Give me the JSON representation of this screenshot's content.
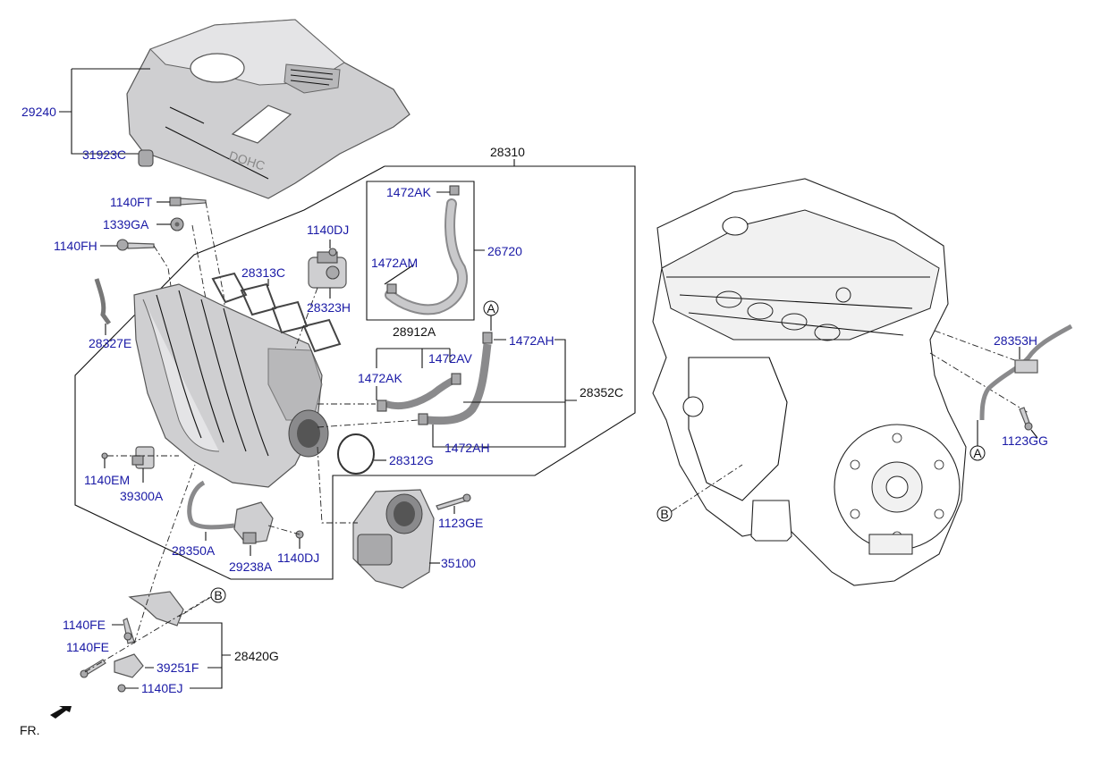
{
  "parts": {
    "p29240": "29240",
    "p31923C": "31923C",
    "p28310": "28310",
    "p1140FT": "1140FT",
    "p1339GA": "1339GA",
    "p1140FH": "1140FH",
    "p1140DJ_top": "1140DJ",
    "p28313C": "28313C",
    "p1472AK_top": "1472AK",
    "p26720": "26720",
    "p1472AM": "1472AM",
    "p28323H": "28323H",
    "p28327E": "28327E",
    "p28912A": "28912A",
    "p1472AH_top": "1472AH",
    "p1472AK_mid": "1472AK",
    "p1472AV": "1472AV",
    "p28352C": "28352C",
    "p1472AH_bot": "1472AH",
    "p28312G": "28312G",
    "p1140EM": "1140EM",
    "p39300A": "39300A",
    "p1123GE": "1123GE",
    "p28350A": "28350A",
    "p29238A": "29238A",
    "p1140DJ_bot": "1140DJ",
    "p35100": "35100",
    "p28353H": "28353H",
    "p1123GG": "1123GG",
    "p1140FE_1": "1140FE",
    "p1140FE_2": "1140FE",
    "p28420G": "28420G",
    "p39251F": "39251F",
    "p1140EJ": "1140EJ"
  },
  "refs": {
    "ref_A_top": "A",
    "ref_A_right": "A",
    "ref_B_left": "B",
    "ref_B_bottom": "B"
  },
  "orientation": {
    "front_label": "FR."
  },
  "cover_lettering": "DOHC",
  "colors": {
    "part_number": "#1a1aa6",
    "leader": "#111111",
    "component_fill": "#cfcfd1"
  }
}
